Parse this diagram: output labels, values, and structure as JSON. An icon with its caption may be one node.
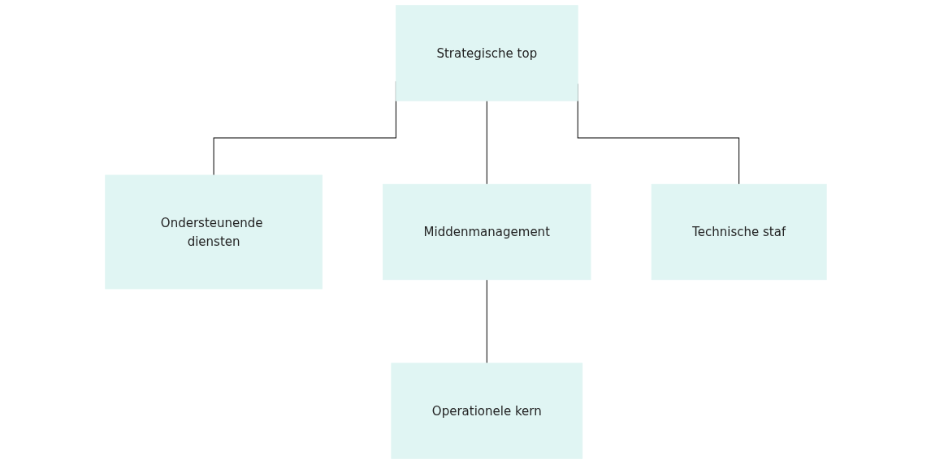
{
  "diagram": {
    "nodes": [
      {
        "text": [
          "Strategische top"
        ]
      },
      {
        "text": [
          "Ondersteunende diensten"
        ]
      },
      {
        "text": [
          "Middenmanagement"
        ]
      },
      {
        "text": [
          "Technische staf"
        ]
      },
      {
        "text": [
          "Operationele kern"
        ]
      }
    ],
    "edges": [
      {
        "from": 0,
        "to": 1,
        "arrow": "none"
      },
      {
        "from": 0,
        "to": 2,
        "arrow": "none"
      },
      {
        "from": 0,
        "to": 3,
        "arrow": "none"
      },
      {
        "from": 2,
        "to": 4,
        "arrow": "none"
      }
    ]
  }
}
